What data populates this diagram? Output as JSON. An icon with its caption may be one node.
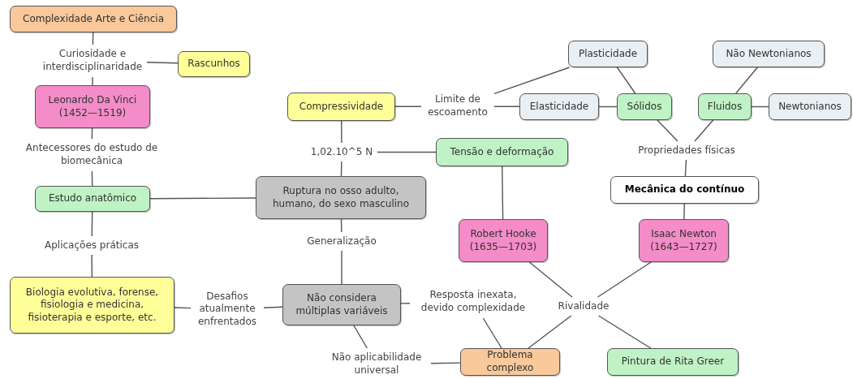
{
  "diagram": {
    "nodes": [
      {
        "text": [
          "Complexidade Arte e Ciência"
        ]
      },
      {
        "text": [
          "Curiosidade e interdisciplinaridade"
        ]
      },
      {
        "text": [
          "Rascunhos"
        ]
      },
      {
        "text": [
          "Leonardo Da Vinci (1452—1519)"
        ]
      },
      {
        "text": [
          "Antecessores do estudo de biomecânica"
        ]
      },
      {
        "text": [
          "Estudo anatômico"
        ]
      },
      {
        "text": [
          "Aplicações práticas"
        ]
      },
      {
        "text": [
          "Biologia evolutiva, forense, fisiologia e medicina, fisioterapia e esporte, etc."
        ]
      },
      {
        "text": [
          "Desafios atualmente enfrentados"
        ]
      },
      {
        "text": [
          "Não considera múltiplas variáveis"
        ]
      },
      {
        "text": [
          "Compressividade"
        ]
      },
      {
        "text": [
          "1,02.10^5 N"
        ]
      },
      {
        "text": [
          "Ruptura no osso adulto, humano, do sexo masculino"
        ]
      },
      {
        "text": [
          "Generalização"
        ]
      },
      {
        "text": [
          "Limite de escoamento"
        ]
      },
      {
        "text": [
          "Plasticidade"
        ]
      },
      {
        "text": [
          "Elasticidade"
        ]
      },
      {
        "text": [
          "Sólidos"
        ]
      },
      {
        "text": [
          "Fluidos"
        ]
      },
      {
        "text": [
          "Não Newtonianos"
        ]
      },
      {
        "text": [
          "Newtonianos"
        ]
      },
      {
        "text": [
          "Propriedades físicas"
        ]
      },
      {
        "text": [
          "Mecânica do contínuo"
        ]
      },
      {
        "text": [
          "Tensão e deformação"
        ]
      },
      {
        "text": [
          "Robert Hooke (1635—1703)"
        ]
      },
      {
        "text": [
          "Isaac Newton (1643—1727)"
        ]
      },
      {
        "text": [
          "Rivalidade"
        ]
      },
      {
        "text": [
          "Resposta inexata, devido complexidade"
        ]
      },
      {
        "text": [
          "Não aplicabilidade universal"
        ]
      },
      {
        "text": [
          "Problema complexo"
        ]
      },
      {
        "text": [
          "Pintura de Rita Greer"
        ]
      }
    ],
    "edges": [
      {
        "from": 0,
        "to": 1,
        "arrow": "none"
      },
      {
        "from": 1,
        "to": 2,
        "arrow": "none"
      },
      {
        "from": 1,
        "to": 3,
        "arrow": "none"
      },
      {
        "from": 3,
        "to": 4,
        "arrow": "none"
      },
      {
        "from": 4,
        "to": 5,
        "arrow": "none"
      },
      {
        "from": 5,
        "to": 12,
        "arrow": "none"
      },
      {
        "from": 5,
        "to": 6,
        "arrow": "none"
      },
      {
        "from": 6,
        "to": 7,
        "arrow": "none"
      },
      {
        "from": 7,
        "to": 8,
        "arrow": "none"
      },
      {
        "from": 8,
        "to": 9,
        "arrow": "none"
      },
      {
        "from": 10,
        "to": 11,
        "arrow": "none"
      },
      {
        "from": 11,
        "to": 12,
        "arrow": "none"
      },
      {
        "from": 11,
        "to": 23,
        "arrow": "none"
      },
      {
        "from": 12,
        "to": 13,
        "arrow": "none"
      },
      {
        "from": 13,
        "to": 9,
        "arrow": "none"
      },
      {
        "from": 10,
        "to": 14,
        "arrow": "none"
      },
      {
        "from": 14,
        "to": 15,
        "arrow": "none"
      },
      {
        "from": 14,
        "to": 16,
        "arrow": "none"
      },
      {
        "from": 16,
        "to": 17,
        "arrow": "none"
      },
      {
        "from": 15,
        "to": 17,
        "arrow": "none"
      },
      {
        "from": 17,
        "to": 21,
        "arrow": "none"
      },
      {
        "from": 18,
        "to": 21,
        "arrow": "none"
      },
      {
        "from": 19,
        "to": 18,
        "arrow": "none"
      },
      {
        "from": 18,
        "to": 20,
        "arrow": "none"
      },
      {
        "from": 21,
        "to": 22,
        "arrow": "none"
      },
      {
        "from": 22,
        "to": 25,
        "arrow": "none"
      },
      {
        "from": 23,
        "to": 24,
        "arrow": "none"
      },
      {
        "from": 24,
        "to": 26,
        "arrow": "none"
      },
      {
        "from": 25,
        "to": 26,
        "arrow": "none"
      },
      {
        "from": 26,
        "to": 29,
        "arrow": "none"
      },
      {
        "from": 26,
        "to": 30,
        "arrow": "none"
      },
      {
        "from": 9,
        "to": 27,
        "arrow": "none"
      },
      {
        "from": 27,
        "to": 29,
        "arrow": "none"
      },
      {
        "from": 9,
        "to": 28,
        "arrow": "none"
      },
      {
        "from": 28,
        "to": 29,
        "arrow": "none"
      }
    ]
  }
}
